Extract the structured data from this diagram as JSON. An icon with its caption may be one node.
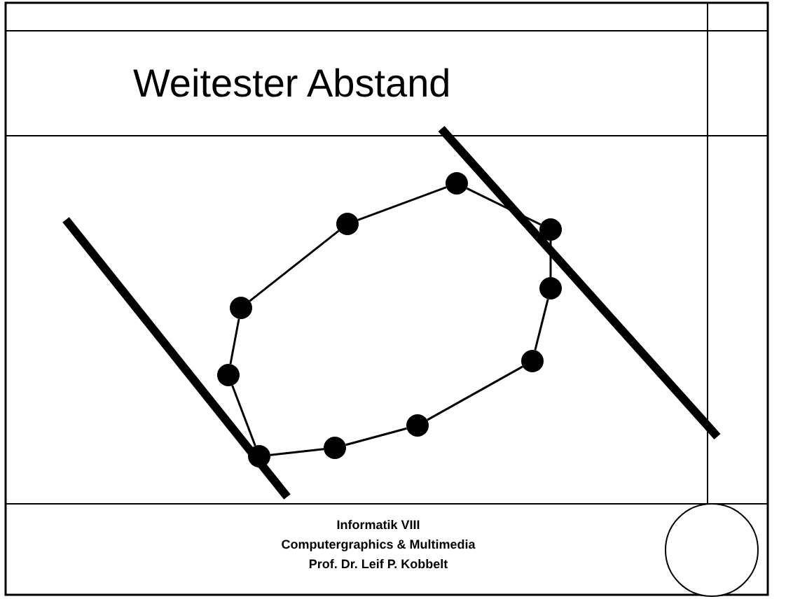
{
  "diagram": {
    "title": "Weitester Abstand",
    "nodes": [
      {
        "text": [],
        "shape": "circle"
      },
      {
        "text": [],
        "shape": "circle"
      },
      {
        "text": [],
        "shape": "circle"
      },
      {
        "text": [],
        "shape": "circle"
      },
      {
        "text": [],
        "shape": "circle"
      },
      {
        "text": [],
        "shape": "circle"
      },
      {
        "text": [],
        "shape": "circle"
      },
      {
        "text": [],
        "shape": "circle"
      },
      {
        "text": [],
        "shape": "circle"
      },
      {
        "text": [],
        "shape": "circle"
      }
    ],
    "edges": [
      {
        "from": 1,
        "to": 0,
        "arrow": "none"
      },
      {
        "from": 0,
        "to": 2,
        "arrow": "none"
      },
      {
        "from": 2,
        "to": 3,
        "arrow": "none"
      },
      {
        "from": 3,
        "to": 6,
        "arrow": "none"
      },
      {
        "from": 6,
        "to": 7,
        "arrow": "none"
      },
      {
        "from": 7,
        "to": 8,
        "arrow": "none"
      },
      {
        "from": 8,
        "to": 9,
        "arrow": "none"
      },
      {
        "from": 9,
        "to": 5,
        "arrow": "none"
      },
      {
        "from": 5,
        "to": 4,
        "arrow": "none"
      },
      {
        "from": 4,
        "to": 1,
        "arrow": "none"
      }
    ],
    "labels": [
      "Informatik VIII",
      "Computergraphics & Multimedia",
      "Prof. Dr. Leif P. Kobbelt"
    ]
  }
}
